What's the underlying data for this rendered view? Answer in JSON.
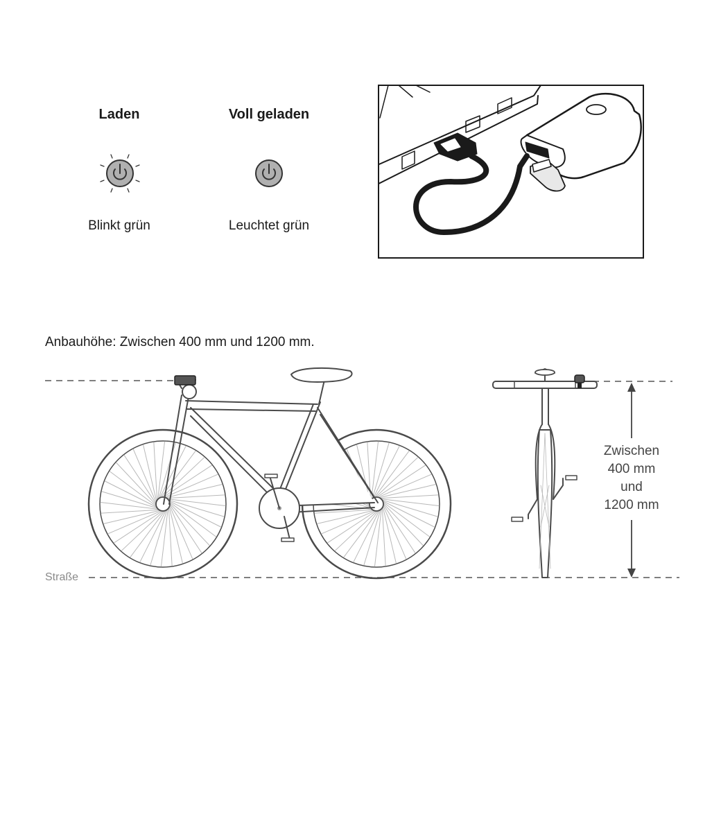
{
  "charging": {
    "charging_title": "Laden",
    "charging_caption": "Blinkt grün",
    "full_title": "Voll geladen",
    "full_caption": "Leuchtet grün",
    "indicator_color": "#b0b0b0"
  },
  "mounting": {
    "height_text": "Anbauhöhe: Zwischen 400 mm und 1200 mm.",
    "range_line1": "Zwischen",
    "range_line2": "400 mm",
    "range_line3": "und",
    "range_line4": "1200 mm",
    "road_label": "Straße"
  }
}
